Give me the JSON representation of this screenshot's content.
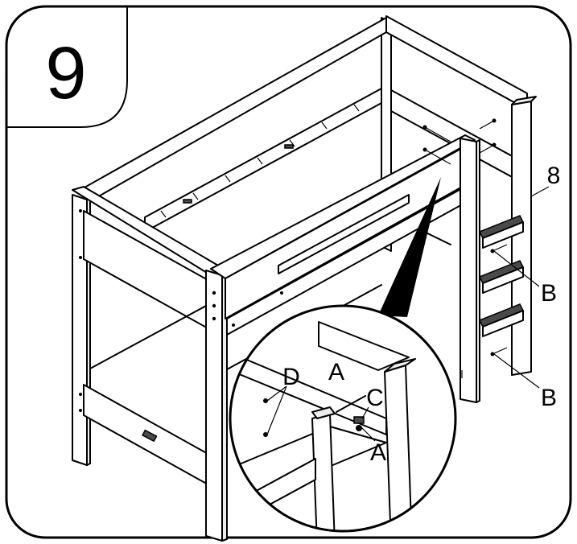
{
  "step": {
    "number": "9"
  },
  "parts": {
    "panel": "8",
    "bolt_b_upper": "B",
    "bolt_b_lower": "B",
    "detail_d": "D",
    "detail_a_top": "A",
    "detail_c": "C",
    "detail_a_bottom": "A"
  },
  "colors": {
    "line": "#000000",
    "background": "#ffffff",
    "shade": "#ededed",
    "dark": "#4a4a4a"
  }
}
